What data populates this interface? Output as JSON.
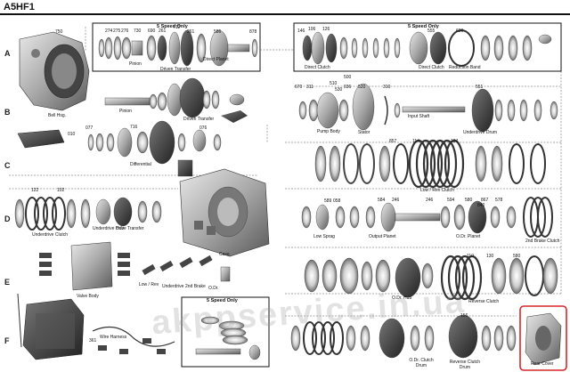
{
  "title": "A5HF1",
  "rows": [
    "A",
    "B",
    "C",
    "D",
    "E",
    "F",
    "F"
  ],
  "boxes": {
    "top_left": "5 Speed Only",
    "top_right": "5 Speed Only",
    "bottom": "5 Speed Only"
  },
  "part_numbers": {
    "n750": "750",
    "n274": "274",
    "n275": "275",
    "n276": "276",
    "n730": "730",
    "n690": "690",
    "n261": "261",
    "n712": "712",
    "n586": "586",
    "n878": "878",
    "n146": "146",
    "n106": "106",
    "n126": "126",
    "n555": "555",
    "n620": "620",
    "n670": "670",
    "n311": "311",
    "n500": "500",
    "n510": "510",
    "n530": "530",
    "n036": "036",
    "n520": "520",
    "n310": "310",
    "n551": "551",
    "n010": "010",
    "n077": "077",
    "n716": "716",
    "n076": "076",
    "n857": "857",
    "n114": "114",
    "n134": "134",
    "n122": "122",
    "n102": "102",
    "n589": "589",
    "n058": "058",
    "n584": "584",
    "n246": "246",
    "n594": "594",
    "n580": "580",
    "n867": "867",
    "n578": "578",
    "n840": "840",
    "n110": "110",
    "n130": "130",
    "n580b": "580",
    "n156": "156",
    "n361": "361"
  },
  "labels": {
    "pinion": "Pinion",
    "driven_transfer": "Driven Transfer",
    "direct_planet": "Direct Planet",
    "direct_clutch": "Direct Clutch",
    "direct_clutch2": "Direct Clutch",
    "reduction_band": "Reduction Band",
    "bell_hsg": "Bell Hsg.",
    "pinion2": "Pinion",
    "driven_transfer2": "Driven Transfer",
    "pump_body": "Pump Body",
    "stator": "Stator",
    "input_shaft": "Input Shaft",
    "underdrive_drum": "Underdrive Drum",
    "differential": "Differential",
    "low_rev_clutch": "Low / Rev Clutch",
    "underdrive_clutch": "Underdrive Clutch",
    "underdrive_hub": "Underdrive Hub",
    "drive_transfer": "Drive Transfer",
    "case": "Case",
    "low_sprag": "Low Sprag",
    "output_planet": "Output Planet",
    "od_planet": "O.Dr. Planet",
    "second_brake_clutch": "2nd Brake Clutch",
    "low_rev": "Low / Rev",
    "underdrive": "Underdrive",
    "second_brake": "2nd Brake",
    "odr": "O.Dr.",
    "valve_body": "Valve Body",
    "od_hub": "O.Dr. Hub",
    "reverse_clutch": "Reverse Clutch",
    "wire_harness": "Wire Harness",
    "od_clutch_drum": "O.Dr. Clutch Drum",
    "reverse_clutch_drum": "Reverse Clutch Drum",
    "rear_cover": "Rear Cover"
  },
  "watermark": "akppservice.in.ua",
  "colors": {
    "highlight": "#d8262a",
    "line": "#333333",
    "metal": "#9a9a9a"
  }
}
